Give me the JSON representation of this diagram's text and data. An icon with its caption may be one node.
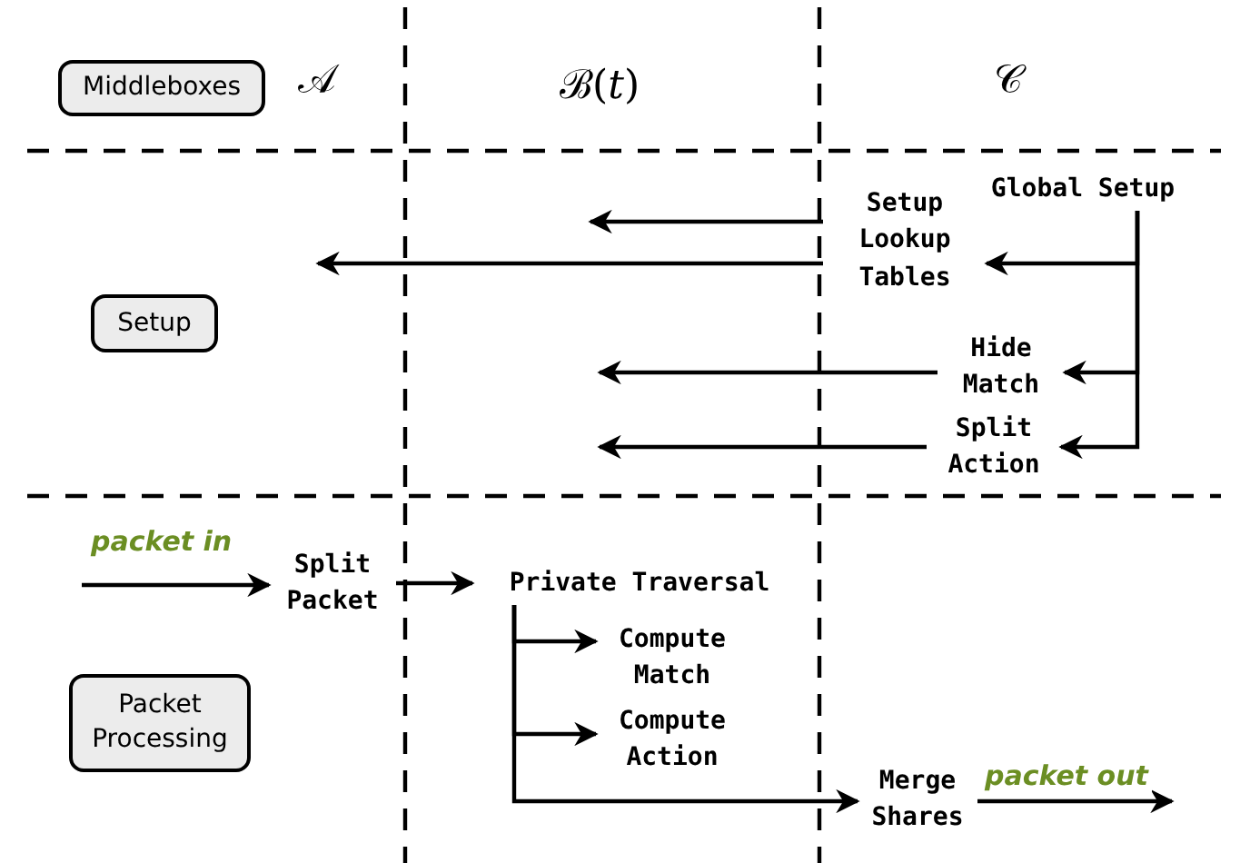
{
  "diagram": {
    "nodes": [
      {
        "text": [
          "Middleboxes"
        ]
      },
      {
        "text": [
          "Setup"
        ]
      },
      {
        "text": [
          "Packet Processing"
        ]
      },
      {
        "text": [
          "Global Setup"
        ]
      },
      {
        "text": [
          "Setup Lookup Tables"
        ]
      },
      {
        "text": [
          "Hide Match"
        ]
      },
      {
        "text": [
          "Split Action"
        ]
      },
      {
        "text": [
          "Split Packet"
        ]
      },
      {
        "text": [
          "Private Traversal"
        ]
      },
      {
        "text": [
          "Compute Match"
        ]
      },
      {
        "text": [
          "Compute Action"
        ]
      },
      {
        "text": [
          "Merge Shares"
        ]
      }
    ],
    "edges": [
      {
        "from": 3,
        "to": 4,
        "arrow": "to"
      },
      {
        "from": 3,
        "to": 5,
        "arrow": "to"
      },
      {
        "from": 3,
        "to": 6,
        "arrow": "to"
      },
      {
        "from": 4,
        "to": null,
        "arrow": "to"
      },
      {
        "from": 4,
        "to": null,
        "arrow": "to"
      },
      {
        "from": 5,
        "to": null,
        "arrow": "to"
      },
      {
        "from": 6,
        "to": null,
        "arrow": "to"
      },
      {
        "from": null,
        "to": 7,
        "arrow": "to",
        "label": "packet in"
      },
      {
        "from": 7,
        "to": 8,
        "arrow": "to"
      },
      {
        "from": 8,
        "to": 9,
        "arrow": "to"
      },
      {
        "from": 8,
        "to": 10,
        "arrow": "to"
      },
      {
        "from": 8,
        "to": 11,
        "arrow": "to"
      },
      {
        "from": 11,
        "to": null,
        "arrow": "to",
        "label": "packet out"
      }
    ],
    "labels": [
      "𝒜",
      "ℬ(*t*)",
      "𝒞"
    ]
  }
}
